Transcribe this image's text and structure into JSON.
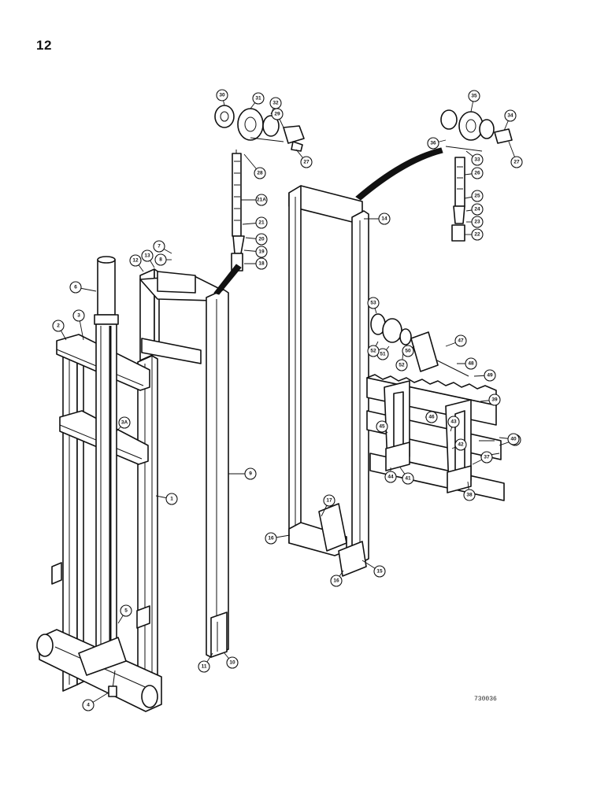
{
  "page_number": "12",
  "figure_code": "730036",
  "callouts": [
    {
      "label": "1"
    },
    {
      "label": "2"
    },
    {
      "label": "3"
    },
    {
      "label": "3A"
    },
    {
      "label": "4"
    },
    {
      "label": "5"
    },
    {
      "label": "6"
    },
    {
      "label": "7"
    },
    {
      "label": "8"
    },
    {
      "label": "9"
    },
    {
      "label": "10"
    },
    {
      "label": "11"
    },
    {
      "label": "12"
    },
    {
      "label": "13"
    },
    {
      "label": "14"
    },
    {
      "label": "15"
    },
    {
      "label": "16"
    },
    {
      "label": "16"
    },
    {
      "label": "17"
    },
    {
      "label": "18"
    },
    {
      "label": "19"
    },
    {
      "label": "20"
    },
    {
      "label": "21"
    },
    {
      "label": "21A"
    },
    {
      "label": "22"
    },
    {
      "label": "23"
    },
    {
      "label": "24"
    },
    {
      "label": "25"
    },
    {
      "label": "26"
    },
    {
      "label": "27"
    },
    {
      "label": "27"
    },
    {
      "label": "28"
    },
    {
      "label": "29"
    },
    {
      "label": "30"
    },
    {
      "label": "31"
    },
    {
      "label": "32"
    },
    {
      "label": "33"
    },
    {
      "label": "34"
    },
    {
      "label": "35"
    },
    {
      "label": "36"
    },
    {
      "label": "36"
    },
    {
      "label": "37"
    },
    {
      "label": "38"
    },
    {
      "label": "39"
    },
    {
      "label": "40"
    },
    {
      "label": "41"
    },
    {
      "label": "42"
    },
    {
      "label": "43"
    },
    {
      "label": "44"
    },
    {
      "label": "45"
    },
    {
      "label": "46"
    },
    {
      "label": "47"
    },
    {
      "label": "48"
    },
    {
      "label": "49"
    },
    {
      "label": "50"
    },
    {
      "label": "51"
    },
    {
      "label": "52"
    },
    {
      "label": "52"
    },
    {
      "label": "53"
    }
  ]
}
